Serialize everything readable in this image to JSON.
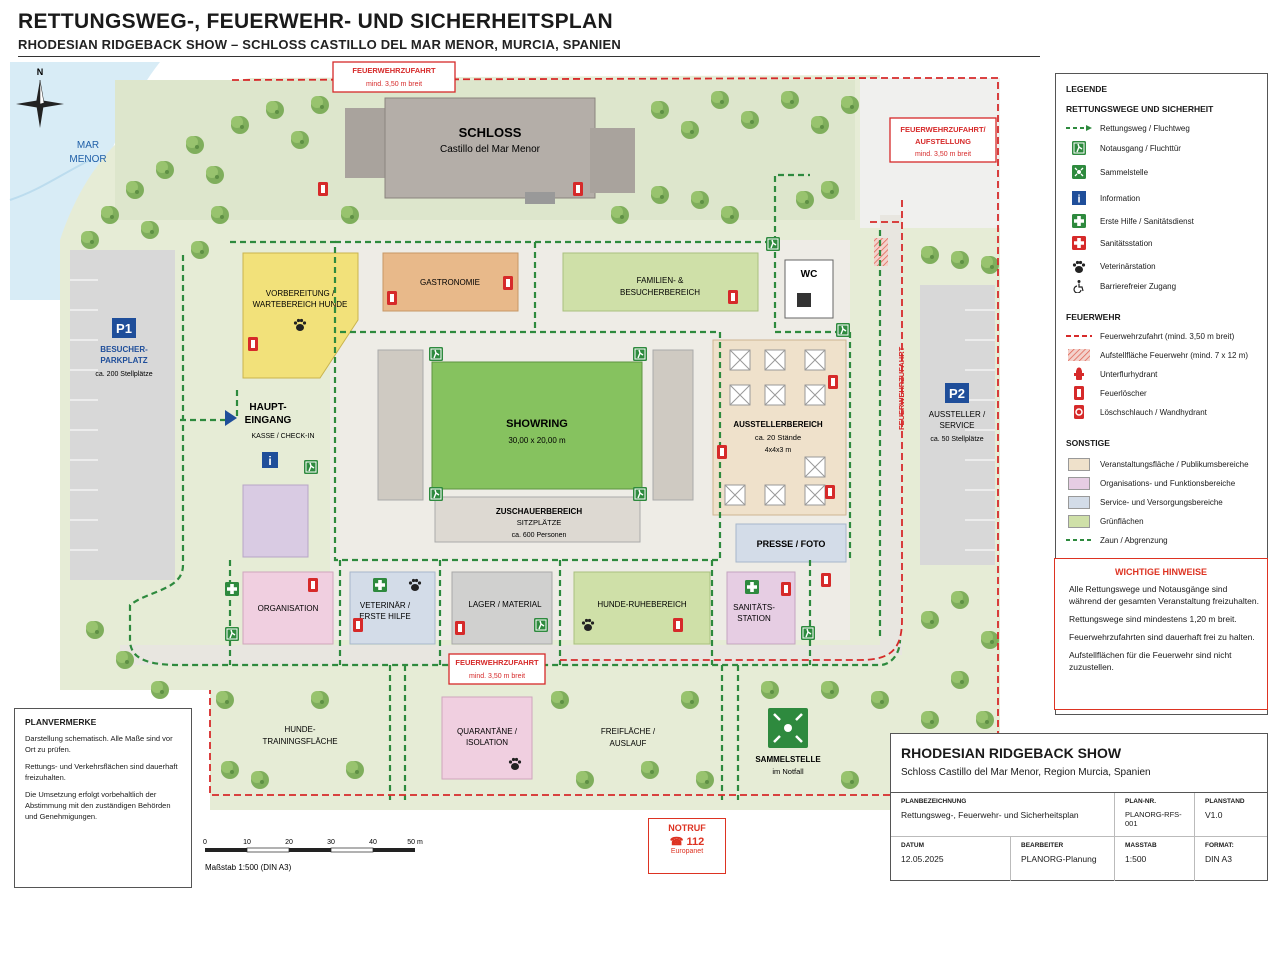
{
  "header": {
    "title": "RETTUNGSWEG-, FEUERWEHR- UND SICHERHEITSPLAN",
    "subtitle": "RHODESIAN RIDGEBACK SHOW – SCHLOSS CASTILLO DEL MAR MENOR, MURCIA, SPANIEN"
  },
  "map": {
    "north": "N",
    "sea_line1": "MAR",
    "sea_line2": "MENOR",
    "fire_access_top_1": "FEUERWEHRZUFAHRT",
    "fire_access_top_2": "mind. 3,50 m breit",
    "fire_access_right_1": "FEUERWEHRZUFAHRT/",
    "fire_access_right_2": "AUFSTELLUNG",
    "fire_access_right_3": "mind. 3,50 m breit",
    "fire_access_vertical": "FEUERWEHRZUFAHRT",
    "fire_access_bottom_1": "FEUERWEHRZUFAHRT",
    "fire_access_bottom_2": "mind. 3,50 m breit",
    "castle_1": "SCHLOSS",
    "castle_2": "Castillo del Mar Menor",
    "p1_badge": "P1",
    "p1_line1": "BESUCHER-",
    "p1_line2": "PARKPLATZ",
    "p1_line3": "ca. 200 Stellplätze",
    "p2_badge": "P2",
    "p2_line1": "AUSSTELLER /",
    "p2_line2": "SERVICE",
    "p2_line3": "ca. 50 Stellplätze",
    "prep_1": "VORBEREITUNG /",
    "prep_2": "WARTEBEREICH HUNDE",
    "gastro": "GASTRONOMIE",
    "family_1": "FAMILIEN- &",
    "family_2": "BESUCHERBEREICH",
    "wc": "WC",
    "entrance_1": "HAUPT-",
    "entrance_2": "EINGANG",
    "entrance_3": "KASSE / CHECK-IN",
    "showring_1": "SHOWRING",
    "showring_2": "30,00 x 20,00 m",
    "spectator_1": "ZUSCHAUERBEREICH",
    "spectator_2": "SITZPLÄTZE",
    "spectator_3": "ca. 600 Personen",
    "exhibitor_1": "AUSSTELLERBEREICH",
    "exhibitor_2": "ca. 20 Stände",
    "exhibitor_3": "4x4x3 m",
    "press": "PRESSE / FOTO",
    "organisation": "ORGANISATION",
    "vet_1": "VETERINÄR /",
    "vet_2": "ERSTE HILFE",
    "storage": "LAGER / MATERIAL",
    "dogrest": "HUNDE-RUHEBEREICH",
    "medic_1": "SANITÄTS-",
    "medic_2": "STATION",
    "training_1": "HUNDE-",
    "training_2": "TRAININGSFLÄCHE",
    "quarantine_1": "QUARANTÄNE /",
    "quarantine_2": "ISOLATION",
    "freearea_1": "FREIFLÄCHE /",
    "freearea_2": "AUSLAUF",
    "assembly_1": "SAMMELSTELLE",
    "assembly_2": "im Notfall"
  },
  "legend": {
    "title": "LEGENDE",
    "sec1": "RETTUNGSWEGE UND SICHERHEIT",
    "escape_route": "Rettungsweg / Fluchtweg",
    "emergency_exit": "Notausgang / Fluchttür",
    "assembly_point": "Sammelstelle",
    "information": "Information",
    "first_aid": "Erste Hilfe / Sanitätsdienst",
    "medic_station": "Sanitätsstation",
    "vet_station": "Veterinärstation",
    "accessible": "Barrierefreier Zugang",
    "sec2": "FEUERWEHR",
    "fire_lane": "Feuerwehrzufahrt (mind. 3,50 m breit)",
    "fire_setup": "Aufstellfläche Feuerwehr (mind. 7 x 12 m)",
    "hydrant": "Unterflurhydrant",
    "extinguisher": "Feuerlöscher",
    "hose": "Löschschlauch / Wandhydrant",
    "sec3": "SONSTIGE",
    "event_area": "Veranstaltungsfläche / Publikumsbereiche",
    "org_area": "Organisations- und Funktionsbereiche",
    "service_area": "Service- und Versorgungsbereiche",
    "green_area": "Grünflächen",
    "fence": "Zaun / Abgrenzung",
    "colors": {
      "event": "#efe1cb",
      "org": "#e6cde3",
      "service": "#d3dce8",
      "green": "#cfe0a8",
      "escape": "#2e8a3e",
      "fire": "#d62a2a"
    }
  },
  "warnings": {
    "title": "WICHTIGE HINWEISE",
    "p1": "Alle Rettungswege und Notausgänge sind während der gesamten Veranstaltung freizuhalten.",
    "p2": "Rettungswege sind mindestens 1,20 m breit.",
    "p3": "Feuerwehrzufahrten sind dauerhaft frei zu halten.",
    "p4": "Aufstellflächen für die Feuerwehr sind nicht zuzustellen."
  },
  "notes": {
    "title": "PLANVERMERKE",
    "p1": "Darstellung schematisch. Alle Maße sind vor Ort zu prüfen.",
    "p2": "Rettungs- und Verkehrsflächen sind dauerhaft freizuhalten.",
    "p3": "Die Umsetzung erfolgt vorbehaltlich der Abstimmung mit den zuständigen Behörden und Genehmigungen."
  },
  "emergency": {
    "label": "NOTRUF",
    "number": "112",
    "sub": "Europanet"
  },
  "scale": {
    "ticks": [
      "0",
      "10",
      "20",
      "30",
      "40",
      "50 m"
    ],
    "label": "Maßstab 1:500 (DIN A3)"
  },
  "titleblock": {
    "name": "RHODESIAN RIDGEBACK SHOW",
    "location": "Schloss Castillo del Mar Menor, Region Murcia, Spanien",
    "k_plan": "PLANBEZEICHNUNG",
    "v_plan": "Rettungsweg-, Feuerwehr- und Sicherheitsplan",
    "k_nr": "PLAN-NR.",
    "v_nr": "PLANORG-RFS-001",
    "k_stand": "PLANSTAND",
    "v_stand": "V1.0",
    "k_date": "DATUM",
    "v_date": "12.05.2025",
    "k_author": "BEARBEITER",
    "v_author": "PLANORG-Planung",
    "k_scale": "MASSTAB",
    "v_scale": "1:500",
    "k_format": "FORMAT:",
    "v_format": "DIN A3"
  }
}
